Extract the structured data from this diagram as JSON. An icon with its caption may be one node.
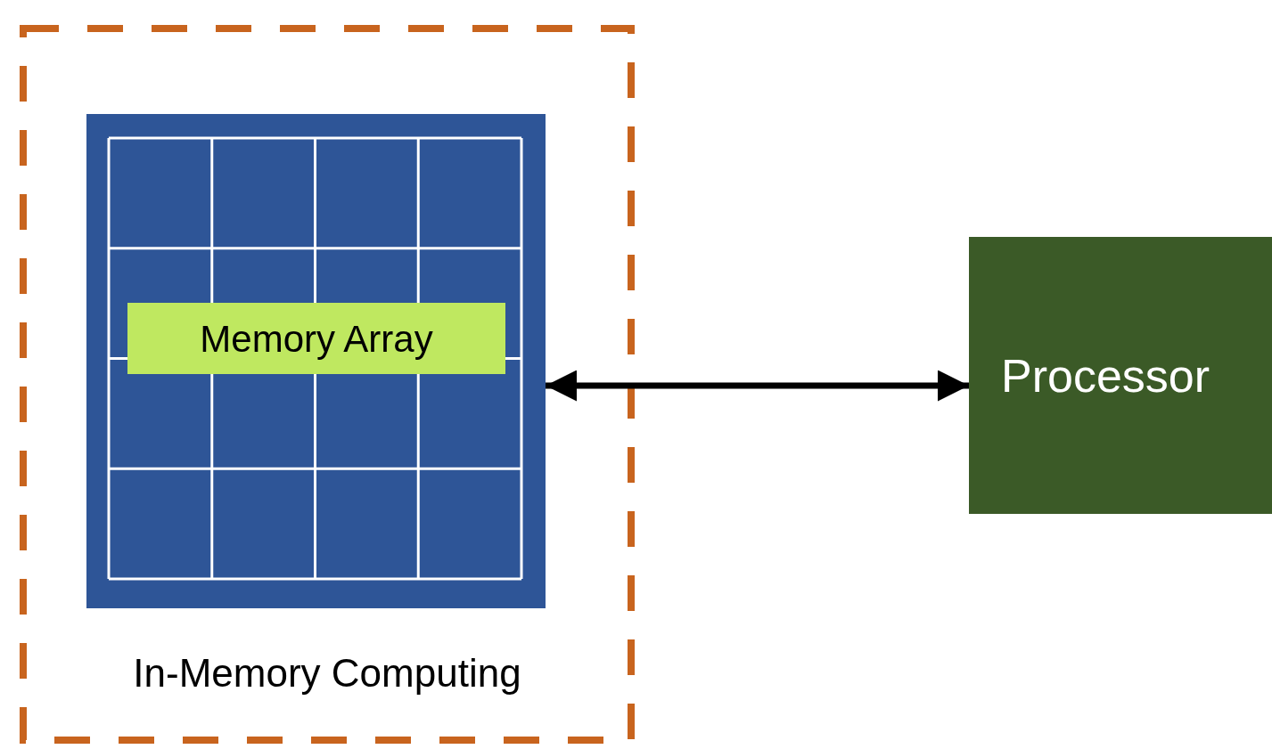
{
  "diagram": {
    "nodes": [
      {
        "text": [
          "In-Memory Computing"
        ]
      },
      {
        "text": [
          "Memory Array"
        ],
        "in": 0
      },
      {
        "text": [
          "Processor"
        ]
      }
    ],
    "edges": [
      {
        "from": 1,
        "to": 2,
        "arrow": "both"
      }
    ]
  }
}
